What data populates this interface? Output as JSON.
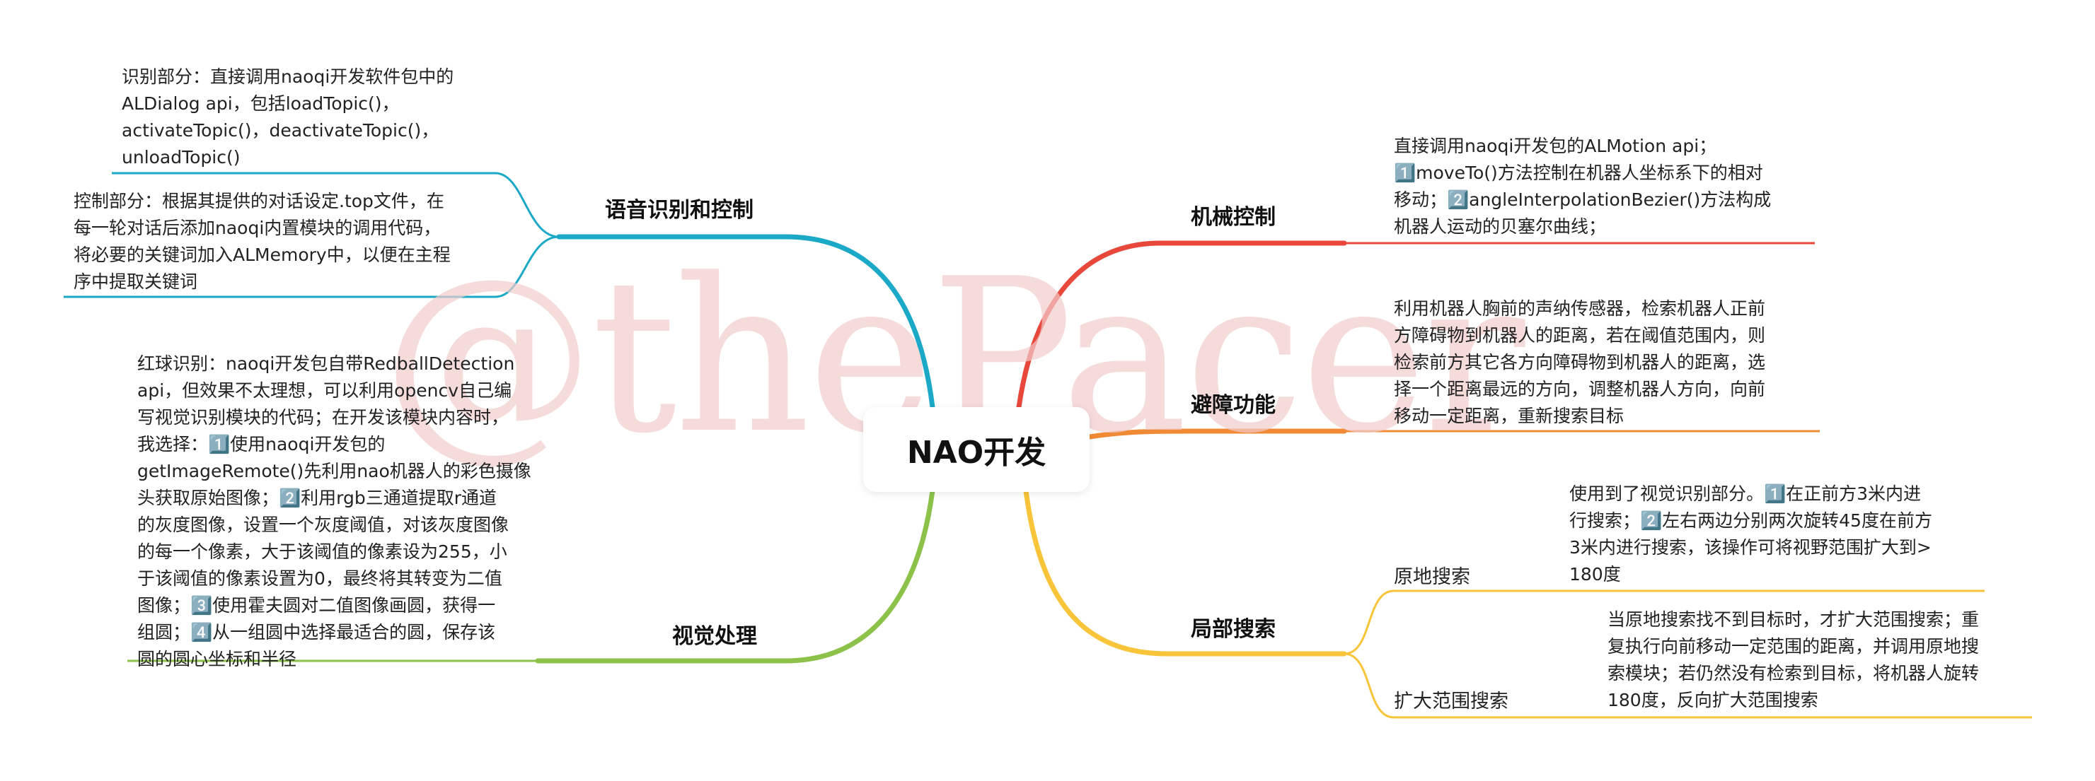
{
  "watermark": "@thePacer",
  "root": "NAO开发",
  "branches": {
    "speech": {
      "title": "语音识别和控制",
      "color": "#1ba9c7",
      "notes": [
        [
          "识别部分：直接调用naoqi开发软件包中的",
          "ALDialog api，包括loadTopic()，",
          "activateTopic()，deactivateTopic()，",
          "unloadTopic()"
        ],
        [
          "控制部分：根据其提供的对话设定.top文件，在",
          "每一轮对话后添加naoqi内置模块的调用代码，",
          "将必要的关键词加入ALMemory中，以便在主程",
          "序中提取关键词"
        ]
      ]
    },
    "vision": {
      "title": "视觉处理",
      "color": "#8dc24a",
      "notes": [
        [
          "红球识别：naoqi开发包自带RedballDetection",
          "api，但效果不太理想，可以利用opencv自己编",
          "写视觉识别模块的代码；在开发该模块内容时，",
          "我选择：1️⃣使用naoqi开发包的",
          "getImageRemote()先利用nao机器人的彩色摄像",
          "头获取原始图像；2️⃣利用rgb三通道提取r通道",
          "的灰度图像，设置一个灰度阈值，对该灰度图像",
          "的每一个像素，大于该阈值的像素设为255，小",
          "于该阈值的像素设置为0，最终将其转变为二值",
          "图像；3️⃣使用霍夫圆对二值图像画圆，获得一",
          "组圆；4️⃣从一组圆中选择最适合的圆，保存该",
          "圆的圆心坐标和半径"
        ]
      ]
    },
    "motion": {
      "title": "机械控制",
      "color": "#e8483c",
      "notes": [
        [
          "直接调用naoqi开发包的ALMotion api；",
          "1️⃣moveTo()方法控制在机器人坐标系下的相对",
          "移动；2️⃣angleInterpolationBezier()方法构成",
          "机器人运动的贝塞尔曲线；"
        ]
      ]
    },
    "avoid": {
      "title": "避障功能",
      "color": "#f08a35",
      "notes": [
        [
          "利用机器人胸前的声纳传感器，检索机器人正前",
          "方障碍物到机器人的距离，若在阈值范围内，则",
          "检索前方其它各方向障碍物到机器人的距离，选",
          "择一个距离最远的方向，调整机器人方向，向前",
          "移动一定距离，重新搜索目标"
        ]
      ]
    },
    "search": {
      "title": "局部搜索",
      "color": "#f7c43a",
      "subs": [
        {
          "title": "原地搜索",
          "note": [
            "使用到了视觉识别部分。1️⃣在正前方3米内进",
            "行搜索；2️⃣左右两边分别两次旋转45度在前方",
            "3米内进行搜索，该操作可将视野范围扩大到>",
            "180度"
          ]
        },
        {
          "title": "扩大范围搜索",
          "note": [
            "当原地搜索找不到目标时，才扩大范围搜索；重",
            "复执行向前移动一定范围的距离，并调用原地搜",
            "索模块；若仍然没有检索到目标，将机器人旋转",
            "180度，反向扩大范围搜索"
          ]
        }
      ]
    }
  }
}
